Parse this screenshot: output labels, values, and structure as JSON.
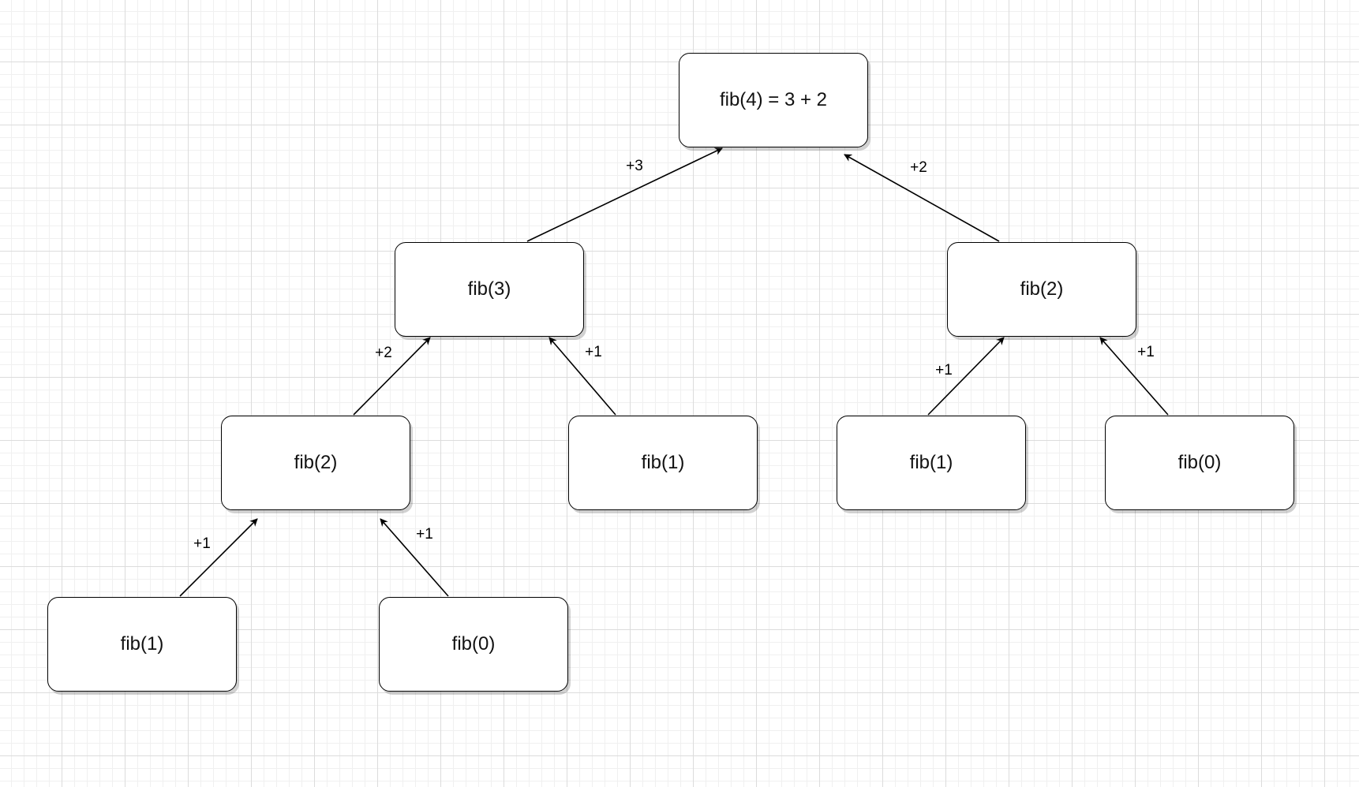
{
  "diagram": {
    "nodes": [
      {
        "id": "n4",
        "label": "fib(4) = 3 + 2"
      },
      {
        "id": "n3",
        "label": "fib(3)"
      },
      {
        "id": "n2r",
        "label": "fib(2)"
      },
      {
        "id": "n2l",
        "label": "fib(2)"
      },
      {
        "id": "n1a",
        "label": "fib(1)"
      },
      {
        "id": "n1b",
        "label": "fib(1)"
      },
      {
        "id": "n0b",
        "label": "fib(0)"
      },
      {
        "id": "n1c",
        "label": "fib(1)"
      },
      {
        "id": "n0c",
        "label": "fib(0)"
      }
    ],
    "edges": [
      {
        "id": "e3",
        "from": "n3",
        "to": "n4",
        "label": "+3"
      },
      {
        "id": "e2",
        "from": "n2r",
        "to": "n4",
        "label": "+2"
      },
      {
        "id": "e2l",
        "from": "n2l",
        "to": "n3",
        "label": "+2"
      },
      {
        "id": "e1a",
        "from": "n1a",
        "to": "n3",
        "label": "+1"
      },
      {
        "id": "e1b",
        "from": "n1b",
        "to": "n2r",
        "label": "+1"
      },
      {
        "id": "e0b",
        "from": "n0b",
        "to": "n2r",
        "label": "+1"
      },
      {
        "id": "e1c",
        "from": "n1c",
        "to": "n2l",
        "label": "+1"
      },
      {
        "id": "e0c",
        "from": "n0c",
        "to": "n2l",
        "label": "+1"
      }
    ]
  }
}
